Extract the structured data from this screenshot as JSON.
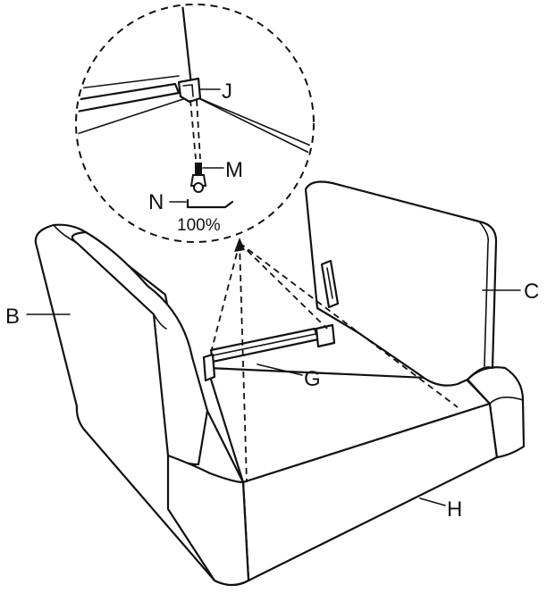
{
  "callouts": {
    "J": "J",
    "M": "M",
    "N": "N",
    "B": "B",
    "C": "C",
    "G": "G",
    "H": "H"
  },
  "scale_label": "100%"
}
